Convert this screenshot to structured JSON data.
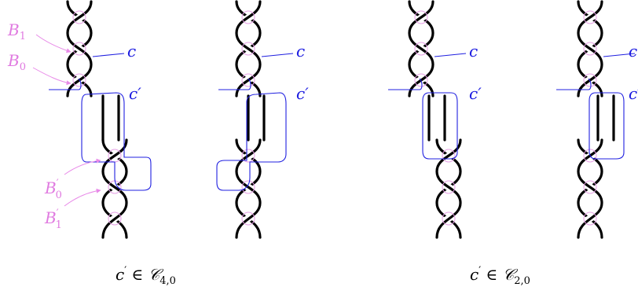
{
  "labels": {
    "b1": "B1",
    "b0": "B0",
    "b0p": "B0′",
    "b1p": "B1′",
    "c": "c",
    "cprime": "c′"
  },
  "captions": {
    "left": "c′ ∈ 𝒞4,0",
    "right": "c′ ∈ 𝒞2,0"
  },
  "colors": {
    "strand": "#000000",
    "circle": "#e6a0e6",
    "curve": "#2020e0",
    "pink_label": "#e07ae0",
    "blue_label": "#1a1ae0"
  }
}
